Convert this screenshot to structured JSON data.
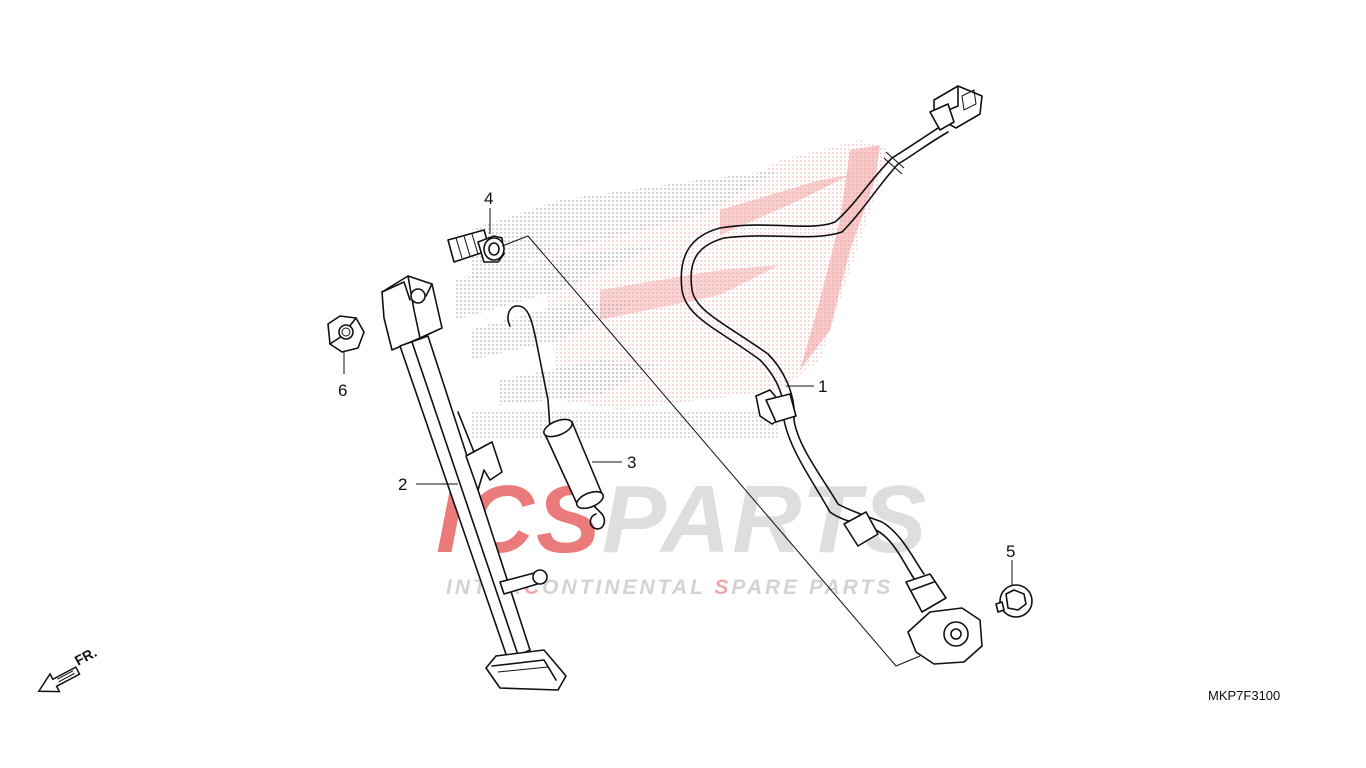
{
  "diagram": {
    "callouts": [
      {
        "id": "1",
        "label": "1"
      },
      {
        "id": "2",
        "label": "2"
      },
      {
        "id": "3",
        "label": "3"
      },
      {
        "id": "4",
        "label": "4"
      },
      {
        "id": "5",
        "label": "5"
      },
      {
        "id": "6",
        "label": "6"
      }
    ],
    "part_code": "MKP7F3100",
    "direction_label": "FR.",
    "watermark": {
      "brand_red": "ICS",
      "brand_gray": "PARTS",
      "tagline_pre": "INTER",
      "tagline_c": "C",
      "tagline_mid": "ONTINENTAL ",
      "tagline_s": "S",
      "tagline_post": "PARE PARTS",
      "wing_logo_icon": "honda-wing-logo",
      "red_color": "#e23b3b",
      "gray_color": "#c9c9c9"
    }
  }
}
